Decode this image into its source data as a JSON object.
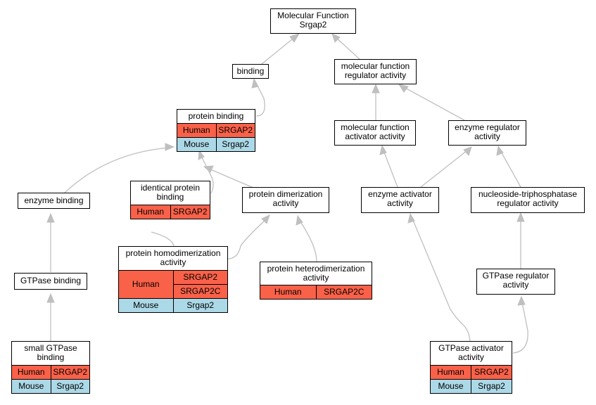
{
  "colors": {
    "human": "#fa6149",
    "mouse": "#acd9e7",
    "edge": "#bfbfbf",
    "border": "#000000"
  },
  "nodes": {
    "root": {
      "title": "Molecular Function\nSrgap2"
    },
    "binding": {
      "title": "binding"
    },
    "mfr": {
      "title": "molecular function\nregulator activity"
    },
    "pb": {
      "title": "protein binding",
      "rows": [
        [
          "Human",
          "SRGAP2"
        ],
        [
          "Mouse",
          "Srgap2"
        ]
      ]
    },
    "mfa": {
      "title": "molecular function\nactivator activity"
    },
    "er": {
      "title": "enzyme regulator\nactivity"
    },
    "eb": {
      "title": "enzyme binding"
    },
    "ipb": {
      "title": "identical protein\nbinding",
      "rows": [
        [
          "Human",
          "SRGAP2"
        ]
      ]
    },
    "pda": {
      "title": "protein dimerization\nactivity"
    },
    "ea": {
      "title": "enzyme activator\nactivity"
    },
    "ntp": {
      "title": "nucleoside-triphosphatase\nregulator activity"
    },
    "phomo": {
      "title": "protein homodimerization\nactivity",
      "human_genes": [
        "SRGAP2",
        "SRGAP2C"
      ],
      "human": "Human",
      "mouse_row": [
        "Mouse",
        "Srgap2"
      ]
    },
    "phet": {
      "title": "protein heterodimerization\nactivity",
      "rows": [
        [
          "Human",
          "SRGAP2C"
        ]
      ]
    },
    "gtpb": {
      "title": "GTPase binding"
    },
    "gtpr": {
      "title": "GTPase regulator\nactivity"
    },
    "sgb": {
      "title": "small GTPase\nbinding",
      "rows": [
        [
          "Human",
          "SRGAP2"
        ],
        [
          "Mouse",
          "Srgap2"
        ]
      ]
    },
    "gaa": {
      "title": "GTPase activator\nactivity",
      "rows": [
        [
          "Human",
          "SRGAP2"
        ],
        [
          "Mouse",
          "Srgap2"
        ]
      ]
    }
  }
}
